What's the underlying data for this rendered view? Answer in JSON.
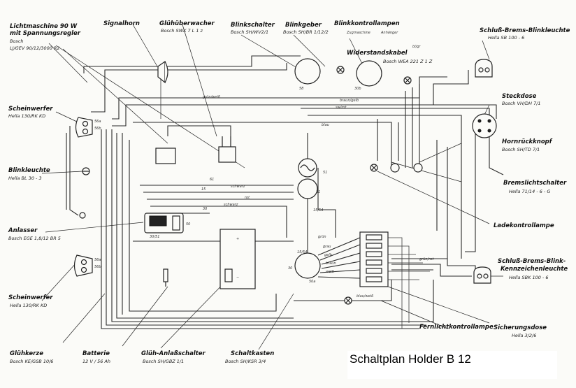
{
  "title": "Schaltplan Holder B 12",
  "components": {
    "lichtmaschine": {
      "name": "Lichtmaschine 90 W",
      "name2": "mit Spannungsregler",
      "maker": "Bosch",
      "code": "LJ/GEV 90/12/3000 R2"
    },
    "signalhorn": {
      "name": "Signalhorn"
    },
    "gluehueberwacher": {
      "name": "Glühüberwacher",
      "code": "Bosch SWK 7 L 1 z"
    },
    "blinkschalter": {
      "name": "Blinkschalter",
      "code": "Bosch SH/WV2/1"
    },
    "blinkgeber": {
      "name": "Blinkgeber",
      "code": "Bosch SH/BR 1/12/2"
    },
    "blinkkontrolllampen": {
      "name": "Blinkkontrollampen",
      "zug": "Zugmaschine",
      "anh": "Anhänger"
    },
    "widerstandskabel": {
      "name": "Widerstandskabel",
      "code": "Bosch WEA 221 Z 1 Z"
    },
    "schlussleuchte_oben": {
      "name": "Schluß-Brems-Blinkleuchte",
      "code": "Hella SB 100 - 6"
    },
    "steckdose": {
      "name": "Steckdose",
      "code": "Bosch VH/DH 7/1"
    },
    "scheinwerfer_oben": {
      "name": "Scheinwerfer",
      "code": "Hella 130/RK KD"
    },
    "blinkleuchte": {
      "name": "Blinkleuchte",
      "code": "Hella BL 30 - 3"
    },
    "hornruckknopf": {
      "name": "Hornrückknopf",
      "code": "Bosch SH/TD 7/1"
    },
    "bremslichtschalter": {
      "name": "Bremslichtschalter",
      "code": "Hella 71/14 - 6 - G"
    },
    "anlasser": {
      "name": "Anlasser",
      "code": "Bosch EGE 1,8/12 BR 5"
    },
    "ladekontrolllampe": {
      "name": "Ladekontrollampe"
    },
    "schlussleuchte_unten": {
      "name": "Schluß-Brems-Blink-",
      "name2": "Kennzeichenleuchte",
      "code": "Hella SBK 100 - 6"
    },
    "scheinwerfer_unten": {
      "name": "Scheinwerfer",
      "code": "Hella 130/RK KD"
    },
    "gluehkerze": {
      "name": "Glühkerze",
      "code": "Bosch KE/GSB 10/6"
    },
    "batterie": {
      "name": "Batterie",
      "code": "12 V / 56 Ah"
    },
    "glueh_anlassschalter": {
      "name": "Glüh-Anlaßschalter",
      "code": "Bosch SH/GBZ 1/1"
    },
    "schaltkasten": {
      "name": "Schaltkasten",
      "code": "Bosch SH/KSR 3/4"
    },
    "fernlichtkontrolllampe": {
      "name": "Fernlichtkontrollampe"
    },
    "sicherungsdose": {
      "name": "Sicherungsdose",
      "code": "Hella 3/2/6"
    }
  },
  "terminals": {
    "t15": "15",
    "t30": "30",
    "t31": "31",
    "t51": "51",
    "t61": "61",
    "t50": "50",
    "t56a": "56a",
    "t56b": "56b",
    "t58": "58",
    "t15_54": "15/54",
    "t30_51": "30/51",
    "t50a": "50a",
    "t30b": "30b",
    "t_plus": "+",
    "t_minus": "−"
  },
  "wire_colors": {
    "schwarz": "schwarz",
    "rot": "rot",
    "blau": "blau",
    "grau": "grau",
    "gelb": "gelb",
    "weiss": "weiß",
    "braun": "braun",
    "gruen": "grün",
    "grunweiss": "grün/weiß",
    "sw_rot": "sw/rot",
    "braun_gelb": "braun/gelb",
    "blau_weiss": "blau/weiß",
    "gruen_rot": "grün/rot",
    "bl_gr": "bl/gr"
  },
  "colors": {
    "background": "#fbfbf8",
    "ink": "#222222",
    "title_box": "#ffffff"
  }
}
